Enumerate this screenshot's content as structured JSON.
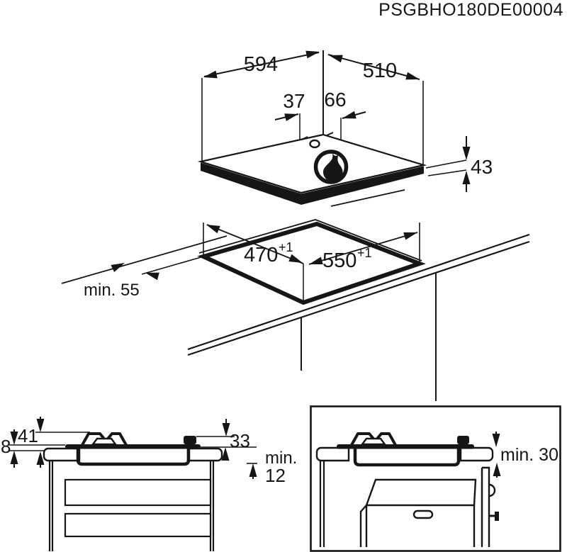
{
  "title": "PSGBHO180DE00004",
  "colors": {
    "ink": "#161616",
    "bg": "#ffffff"
  },
  "top_view": {
    "description": "isometric view of gas hob",
    "width_label": "594",
    "depth_label": "510",
    "burner_offset_left_label": "37",
    "burner_offset_right_label": "66",
    "height_label": "43",
    "burner_icon": "gas-flame-icon",
    "ignition_icon": "ignition-dot-icon"
  },
  "cutout_view": {
    "description": "worktop cutout",
    "cutout_width_label": "470",
    "cutout_width_tolerance": "+1",
    "cutout_depth_label": "550",
    "cutout_depth_tolerance": "+1",
    "wall_clearance_label": "min. 55"
  },
  "side_view": {
    "description": "cross-section above drawers",
    "total_height_label": "41",
    "glass_height_label": "8",
    "below_glass_label": "33",
    "clearance_min_label": "min.",
    "clearance_value_label": "12"
  },
  "oven_view": {
    "description": "clearance above built-in oven",
    "clearance_label": "min. 30"
  }
}
